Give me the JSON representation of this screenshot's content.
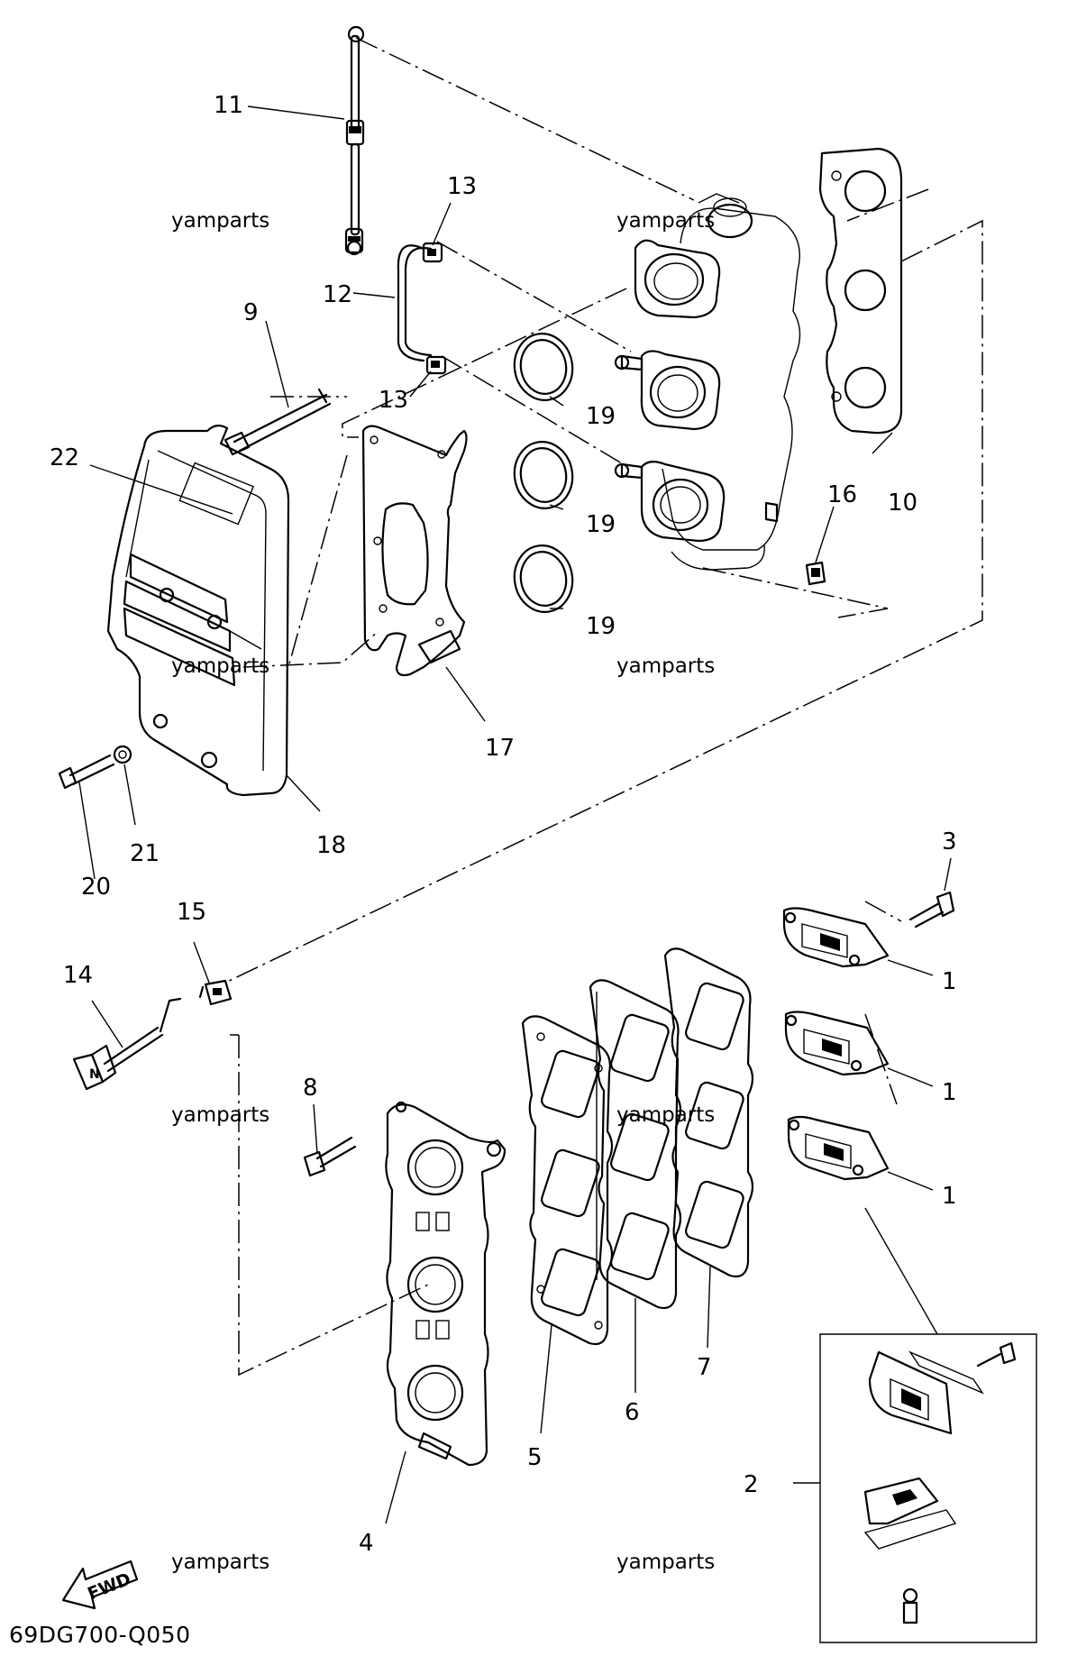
{
  "diagram_code": "69DG700-Q050",
  "fwd_label": "FWD",
  "watermark": "yamparts",
  "callouts": {
    "c1a": "1",
    "c1b": "1",
    "c1c": "1",
    "c2": "2",
    "c3": "3",
    "c4": "4",
    "c5": "5",
    "c6": "6",
    "c7": "7",
    "c8": "8",
    "c9": "9",
    "c10": "10",
    "c11": "11",
    "c12": "12",
    "c13a": "13",
    "c13b": "13",
    "c14": "14",
    "c15": "15",
    "c16": "16",
    "c17": "17",
    "c18": "18",
    "c19a": "19",
    "c19b": "19",
    "c19c": "19",
    "c20": "20",
    "c21": "21",
    "c22": "22"
  }
}
